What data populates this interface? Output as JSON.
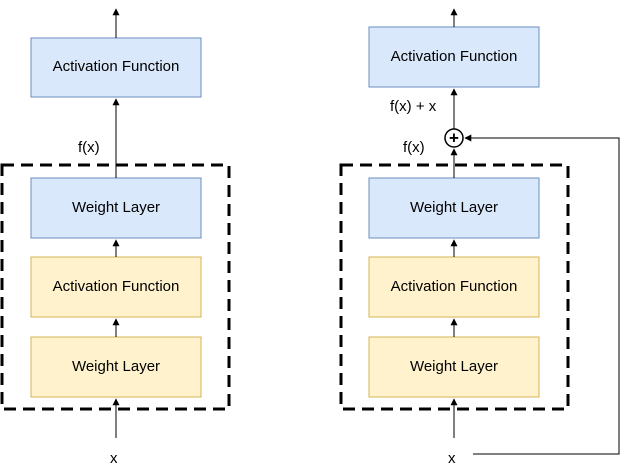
{
  "left": {
    "top_box": "Activation Function",
    "fx_label": "f(x)",
    "weight_top": "Weight Layer",
    "activation_mid": "Activation Function",
    "weight_bottom": "Weight Layer",
    "input_label": "x"
  },
  "right": {
    "top_box": "Activation Function",
    "sum_label": "f(x) + x",
    "fx_label": "f(x)",
    "add_symbol": "+",
    "weight_top": "Weight Layer",
    "activation_mid": "Activation Function",
    "weight_bottom": "Weight Layer",
    "input_label": "x"
  },
  "colors": {
    "blue_fill": "#dae8fc",
    "blue_stroke": "#6c8ebf",
    "yellow_fill": "#fff2cc",
    "yellow_stroke": "#d6b656"
  }
}
